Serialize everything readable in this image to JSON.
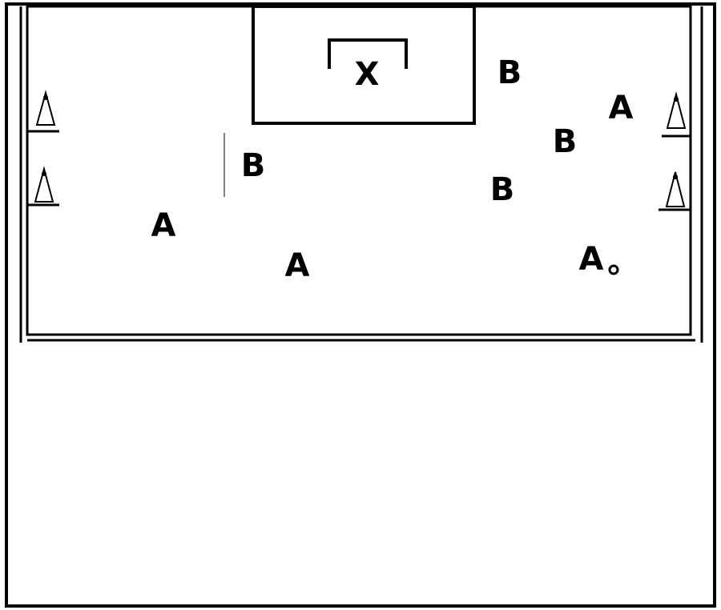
{
  "diagram": {
    "goal_label": "X",
    "players": [
      {
        "team": "B",
        "label": "B"
      },
      {
        "team": "A",
        "label": "A"
      },
      {
        "team": "B",
        "label": "B"
      },
      {
        "team": "B",
        "label": "B"
      },
      {
        "team": "B",
        "label": "B"
      },
      {
        "team": "A",
        "label": "A"
      },
      {
        "team": "A",
        "label": "A"
      },
      {
        "team": "A",
        "label": "A",
        "has_ball": true
      }
    ],
    "cone_count": 4,
    "colors": {
      "line": "#000000",
      "background": "#ffffff"
    }
  }
}
